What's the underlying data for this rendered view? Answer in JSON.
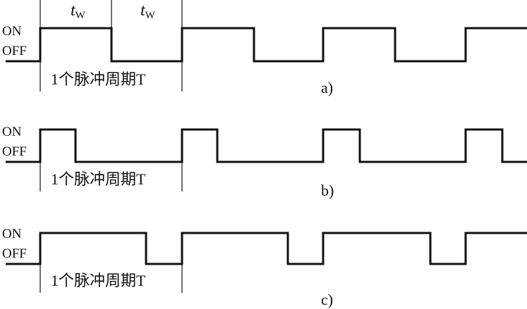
{
  "labels": {
    "on": "ON",
    "off": "OFF",
    "period": "1个脉冲周期T",
    "tw_main": "t",
    "tw_sub": "W"
  },
  "panels": [
    {
      "id": "a",
      "caption": "a)",
      "duty": 0.5
    },
    {
      "id": "b",
      "caption": "b)",
      "duty": 0.25
    },
    {
      "id": "c",
      "caption": "c)",
      "duty": 0.75
    }
  ]
}
